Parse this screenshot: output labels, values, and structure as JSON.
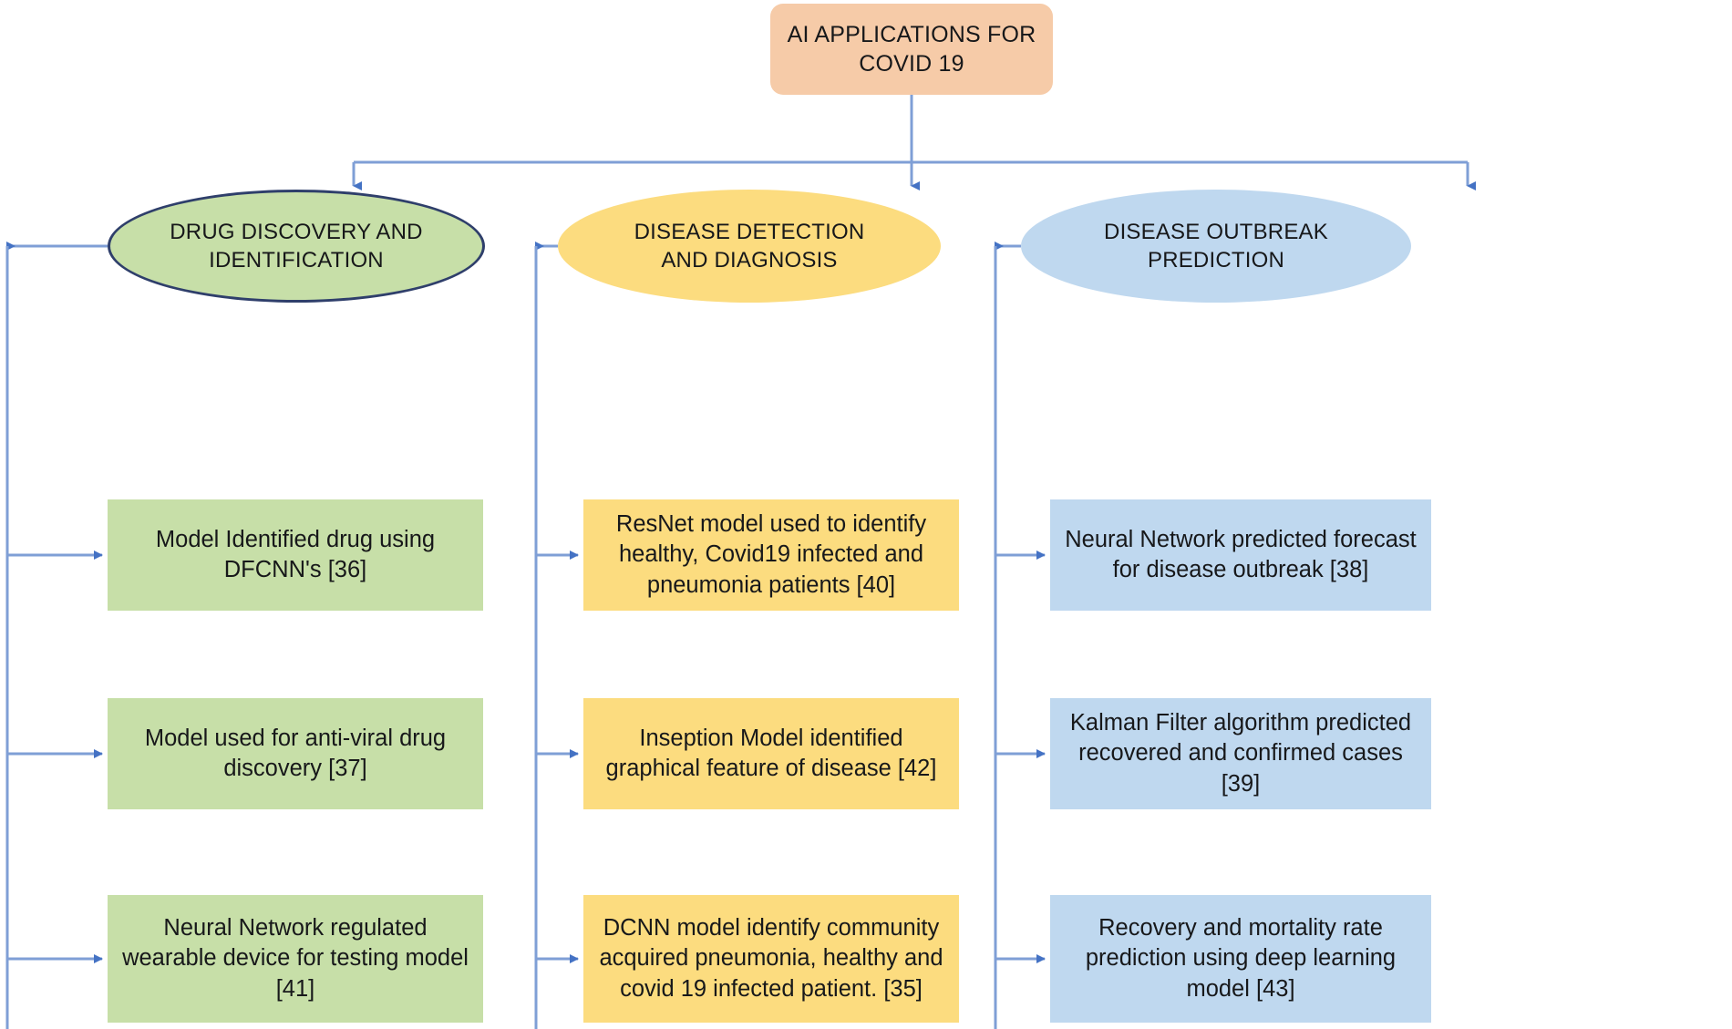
{
  "diagram": {
    "type": "tree-flowchart",
    "root": {
      "label": "AI APPLICATIONS FOR\nCOVID 19",
      "color": "#F6CBA8"
    },
    "connector_color": "#7F9FD6",
    "categories": [
      {
        "label": "DRUG DISCOVERY AND\nIDENTIFICATION",
        "color": "#C7DFA8",
        "border_color": "#2F3F6B",
        "items": [
          {
            "label": "Model Identified drug using\nDFCNN's [36]",
            "ref": "36"
          },
          {
            "label": "Model used for anti-viral drug\ndiscovery [37]",
            "ref": "37"
          },
          {
            "label": "Neural Network regulated\nwearable device for testing model\n[41]",
            "ref": "41"
          }
        ]
      },
      {
        "label": "DISEASE DETECTION\nAND DIAGNOSIS",
        "color": "#FCDC7F",
        "border_color": "none",
        "items": [
          {
            "label": "ResNet model used to identify\nhealthy, Covid19 infected and\npneumonia patients [40]",
            "ref": "40"
          },
          {
            "label": "Inseption Model identified\ngraphical feature of disease [42]",
            "ref": "42"
          },
          {
            "label": "DCNN model identify community\nacquired pneumonia, healthy and\ncovid 19 infected patient. [35]",
            "ref": "35"
          }
        ]
      },
      {
        "label": "DISEASE OUTBREAK\nPREDICTION",
        "color": "#BFD8EF",
        "border_color": "none",
        "items": [
          {
            "label": "Neural Network predicted forecast\nfor disease outbreak [38]",
            "ref": "38"
          },
          {
            "label": "Kalman Filter algorithm predicted\nrecovered and confirmed cases\n[39]",
            "ref": "39"
          },
          {
            "label": "Recovery and mortality rate\nprediction using deep learning\nmodel [43]",
            "ref": "43"
          }
        ]
      }
    ]
  }
}
